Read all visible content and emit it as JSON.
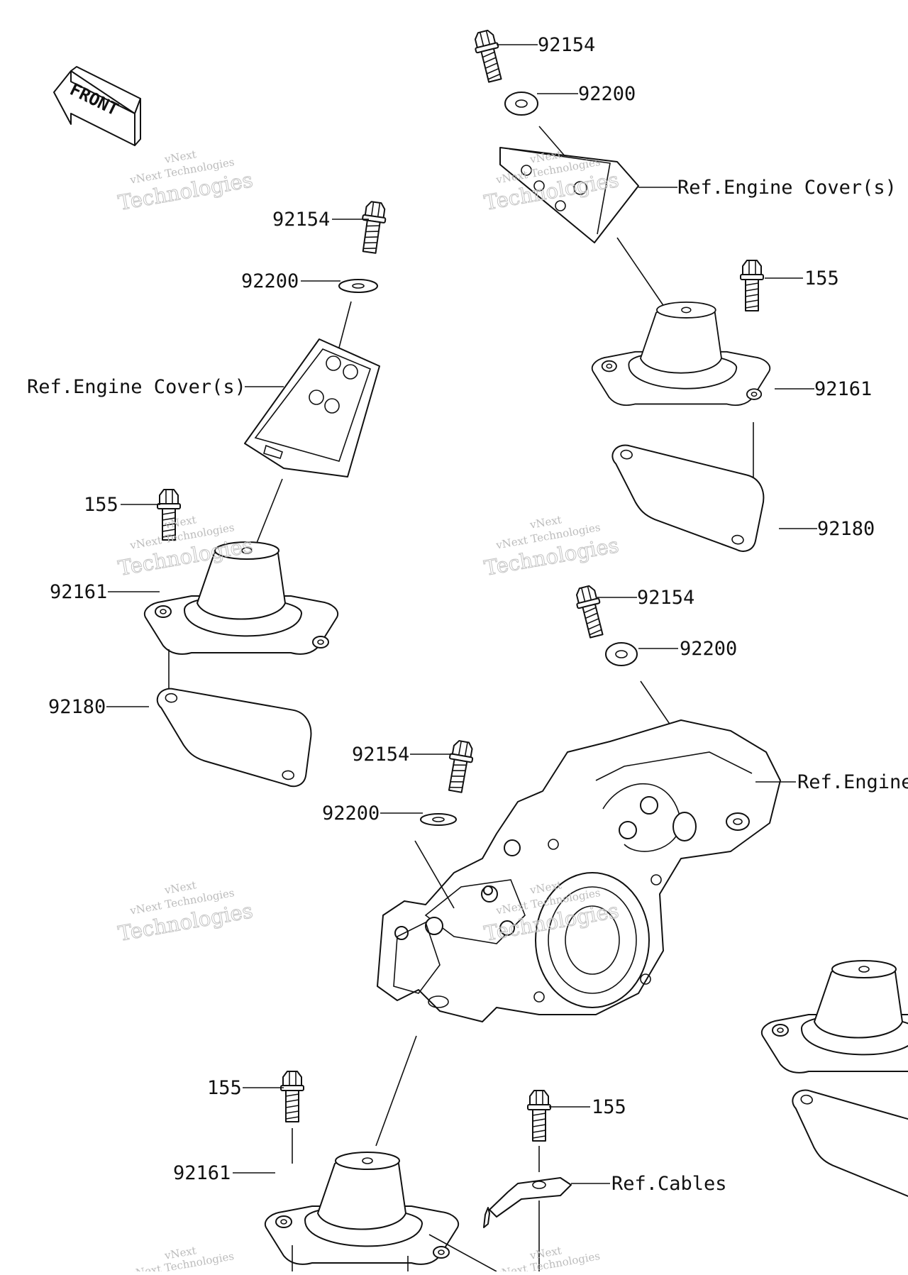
{
  "diagram": {
    "front_arrow_text": "FRONT",
    "watermark": {
      "line1": "vNext",
      "line2": "vNext Technologies",
      "line3": "Technologies"
    },
    "labels": [
      {
        "key": "l01",
        "text": "92154"
      },
      {
        "key": "l02",
        "text": "92200"
      },
      {
        "key": "l03",
        "text": "Ref.Engine Cover(s)"
      },
      {
        "key": "l04",
        "text": "155"
      },
      {
        "key": "l05",
        "text": "92161"
      },
      {
        "key": "l06",
        "text": "92180"
      },
      {
        "key": "l07",
        "text": "92154"
      },
      {
        "key": "l08",
        "text": "92200"
      },
      {
        "key": "l09",
        "text": "Ref.Engine Cover(s)"
      },
      {
        "key": "l10",
        "text": "155"
      },
      {
        "key": "l11",
        "text": "92161"
      },
      {
        "key": "l12",
        "text": "92180"
      },
      {
        "key": "l13",
        "text": "92154"
      },
      {
        "key": "l14",
        "text": "92200"
      },
      {
        "key": "l15",
        "text": "Ref.Engine"
      },
      {
        "key": "l16",
        "text": "92154"
      },
      {
        "key": "l17",
        "text": "92200"
      },
      {
        "key": "l18",
        "text": "155"
      },
      {
        "key": "l19",
        "text": "92161"
      },
      {
        "key": "l20",
        "text": "155"
      },
      {
        "key": "l21",
        "text": "Ref.Cables"
      }
    ]
  }
}
